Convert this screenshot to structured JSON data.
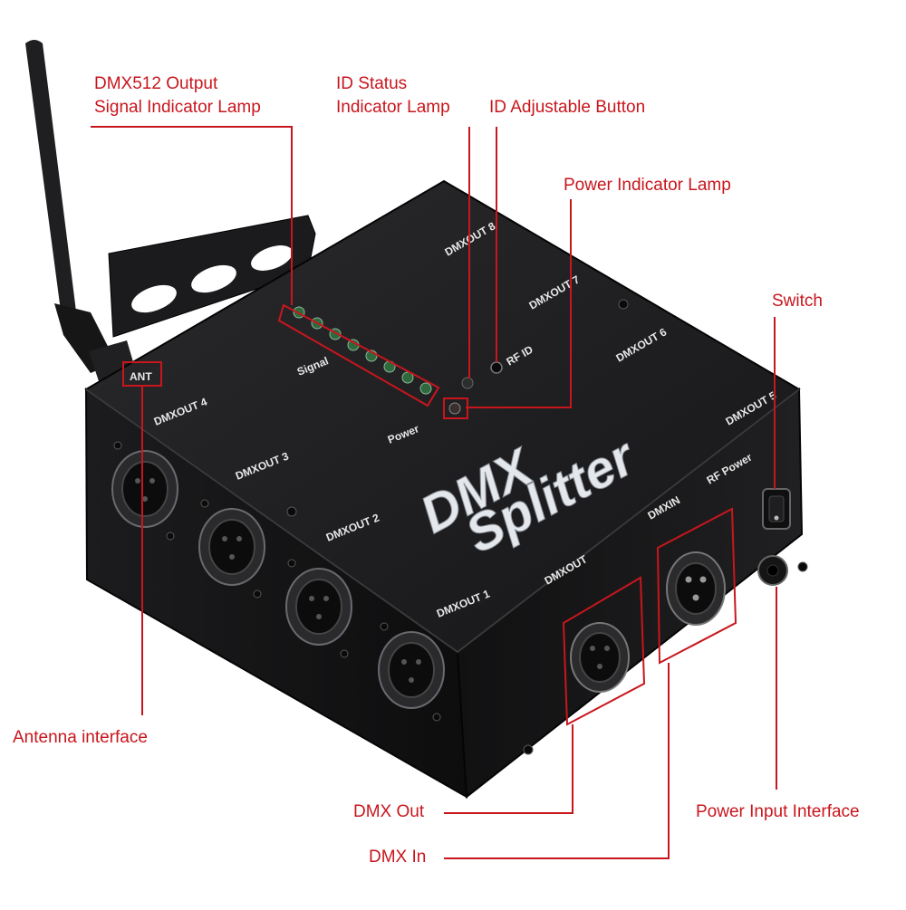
{
  "callouts": {
    "dmx512_output": [
      "DMX512 Output",
      "Signal Indicator Lamp"
    ],
    "id_status": [
      "ID Status",
      "Indicator Lamp"
    ],
    "id_adjustable": "ID Adjustable Button",
    "power_indicator": "Power Indicator Lamp",
    "switch": "Switch",
    "antenna": "Antenna interface",
    "dmx_out": "DMX Out",
    "dmx_in": "DMX In",
    "power_input": "Power Input Interface"
  },
  "device": {
    "brand_line1": "DMX",
    "brand_line2": "Splitter",
    "ant": "ANT",
    "signal": "Signal",
    "power": "Power",
    "rf_id": "RF ID",
    "rf_power": "RF Power",
    "dmxin": "DMXIN",
    "dmxout": "DMXOUT",
    "ports": {
      "out1": "DMXOUT 1",
      "out2": "DMXOUT 2",
      "out3": "DMXOUT 3",
      "out4": "DMXOUT 4",
      "out5": "DMXOUT 5",
      "out6": "DMXOUT 6",
      "out7": "DMXOUT 7",
      "out8": "DMXOUT 8"
    },
    "signal_led_count": 8
  },
  "colors": {
    "callout_red": "#c8161d",
    "body_black": "#1a1a1c",
    "led_green": "#2f6a3e"
  }
}
